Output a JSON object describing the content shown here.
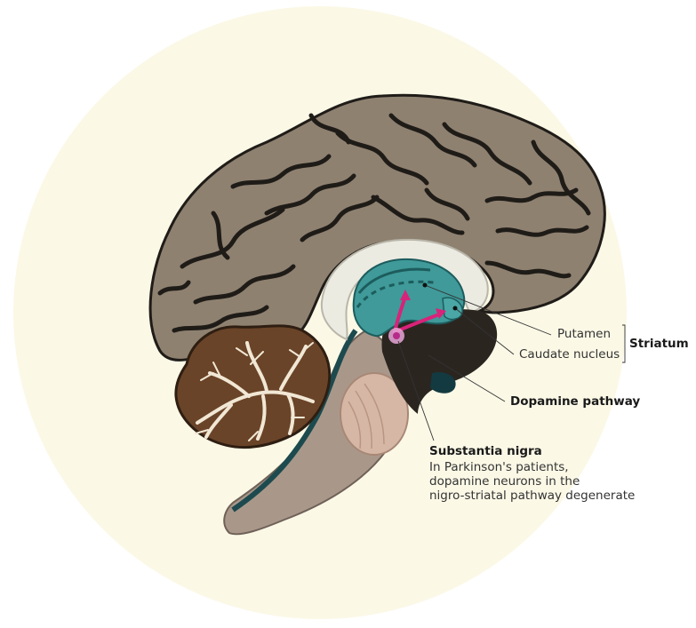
{
  "labels": {
    "putamen": "Putamen",
    "caudate": "Caudate nucleus",
    "striatum": "Striatum",
    "dopamine_pathway": "Dopamine pathway",
    "substantia_nigra": "Substantia nigra",
    "substantia_nigra_note": [
      "In Parkinson's patients,",
      "dopamine neurons in the",
      "nigro-striatal pathway degenerate"
    ]
  },
  "colors": {
    "background_circle": "#fbf8e6",
    "cortex": "#8f8170",
    "cortex_grooves": "#1f1c18",
    "cerebellum": "#6a4428",
    "arbor_vitae": "#f1e7d4",
    "striatum": "#3f9a99",
    "corpus_callosum": "#ecebe2",
    "brainstem": "#a9988a",
    "pons": "#d6b7a5",
    "dopamine_path": "#d8237a",
    "inner_dark": "#2b2520",
    "ventricle": "#123a40"
  }
}
